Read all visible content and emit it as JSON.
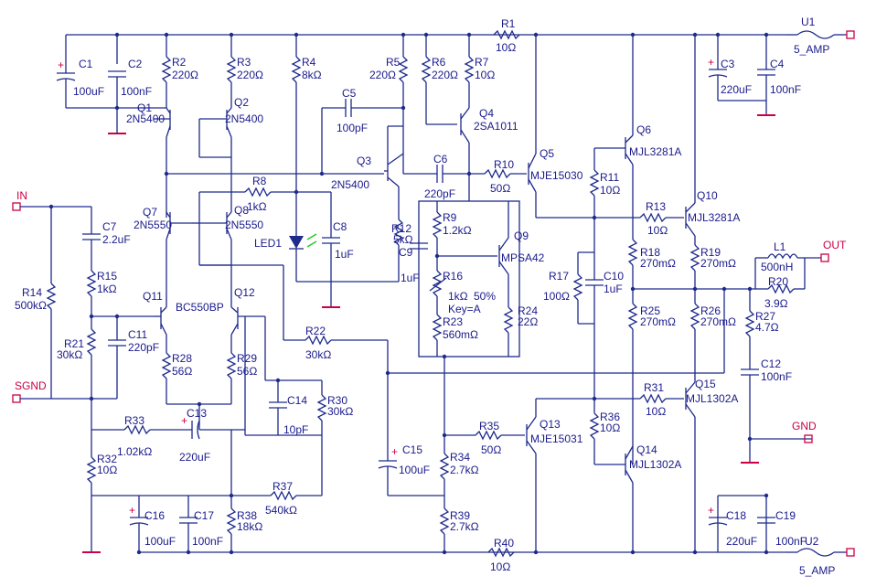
{
  "ports": {
    "in": "IN",
    "sgnd": "SGND",
    "out": "OUT",
    "gnd": "GND"
  },
  "fuses": {
    "u1": {
      "ref": "U1",
      "rating": "5_AMP"
    },
    "u2": {
      "ref": "U2",
      "rating": "5_AMP"
    }
  },
  "capacitors": {
    "c1": {
      "ref": "C1",
      "value": "100uF"
    },
    "c2": {
      "ref": "C2",
      "value": "100nF"
    },
    "c3": {
      "ref": "C3",
      "value": "220uF"
    },
    "c4": {
      "ref": "C4",
      "value": "100nF"
    },
    "c5": {
      "ref": "C5",
      "value": "100pF"
    },
    "c6": {
      "ref": "C6",
      "value": "220pF"
    },
    "c7": {
      "ref": "C7",
      "value": "2.2uF"
    },
    "c8": {
      "ref": "C8",
      "value": "1uF"
    },
    "c9": {
      "ref": "C9",
      "value": "1uF"
    },
    "c10": {
      "ref": "C10",
      "value": "1uF"
    },
    "c11": {
      "ref": "C11",
      "value": "220pF"
    },
    "c12": {
      "ref": "C12",
      "value": "100nF"
    },
    "c13": {
      "ref": "C13",
      "value": "220uF"
    },
    "c14": {
      "ref": "C14",
      "value": "10pF"
    },
    "c15": {
      "ref": "C15",
      "value": "100uF"
    },
    "c16": {
      "ref": "C16",
      "value": "100uF"
    },
    "c17": {
      "ref": "C17",
      "value": "100nF"
    },
    "c18": {
      "ref": "C18",
      "value": "220uF"
    },
    "c19": {
      "ref": "C19",
      "value": "100nF"
    }
  },
  "resistors": {
    "r1": {
      "ref": "R1",
      "value": "10Ω"
    },
    "r2": {
      "ref": "R2",
      "value": "220Ω"
    },
    "r3": {
      "ref": "R3",
      "value": "220Ω"
    },
    "r4": {
      "ref": "R4",
      "value": "8kΩ"
    },
    "r5": {
      "ref": "R5",
      "value": "220Ω"
    },
    "r6": {
      "ref": "R6",
      "value": "220Ω"
    },
    "r7": {
      "ref": "R7",
      "value": "10Ω"
    },
    "r8": {
      "ref": "R8",
      "value": "1kΩ"
    },
    "r9": {
      "ref": "R9",
      "value": "1.2kΩ"
    },
    "r10": {
      "ref": "R10",
      "value": "50Ω"
    },
    "r11": {
      "ref": "R11",
      "value": "10Ω"
    },
    "r12": {
      "ref": "R12",
      "value": "5kΩ"
    },
    "r13": {
      "ref": "R13",
      "value": "10Ω"
    },
    "r14": {
      "ref": "R14",
      "value": "500kΩ"
    },
    "r15": {
      "ref": "R15",
      "value": "1kΩ"
    },
    "r16": {
      "ref": "R16",
      "value": "1kΩ",
      "setting": "50%",
      "key": "Key=A"
    },
    "r17": {
      "ref": "R17",
      "value": "100Ω"
    },
    "r18": {
      "ref": "R18",
      "value": "270mΩ"
    },
    "r19": {
      "ref": "R19",
      "value": "270mΩ"
    },
    "r20": {
      "ref": "R20",
      "value": "3.9Ω"
    },
    "r21": {
      "ref": "R21",
      "value": "30kΩ"
    },
    "r22": {
      "ref": "R22",
      "value": "30kΩ"
    },
    "r23": {
      "ref": "R23",
      "value": "560mΩ"
    },
    "r24": {
      "ref": "R24",
      "value": "22Ω"
    },
    "r25": {
      "ref": "R25",
      "value": "270mΩ"
    },
    "r26": {
      "ref": "R26",
      "value": "270mΩ"
    },
    "r27": {
      "ref": "R27",
      "value": "4.7Ω"
    },
    "r28": {
      "ref": "R28",
      "value": "56Ω"
    },
    "r29": {
      "ref": "R29",
      "value": "56Ω"
    },
    "r30": {
      "ref": "R30",
      "value": "30kΩ"
    },
    "r31": {
      "ref": "R31",
      "value": "10Ω"
    },
    "r32": {
      "ref": "R32",
      "value": "10Ω"
    },
    "r33": {
      "ref": "R33",
      "value": "1.02kΩ"
    },
    "r34": {
      "ref": "R34",
      "value": "2.7kΩ"
    },
    "r35": {
      "ref": "R35",
      "value": "50Ω"
    },
    "r36": {
      "ref": "R36",
      "value": "10Ω"
    },
    "r37": {
      "ref": "R37",
      "value": "540kΩ"
    },
    "r38": {
      "ref": "R38",
      "value": "18kΩ"
    },
    "r39": {
      "ref": "R39",
      "value": "2.7kΩ"
    },
    "r40": {
      "ref": "R40",
      "value": "10Ω"
    }
  },
  "transistors": {
    "q1": {
      "ref": "Q1",
      "part": "2N5400"
    },
    "q2": {
      "ref": "Q2",
      "part": "2N5400"
    },
    "q3": {
      "ref": "Q3",
      "part": "2N5400"
    },
    "q4": {
      "ref": "Q4",
      "part": "2SA1011"
    },
    "q5": {
      "ref": "Q5",
      "part": "MJE15030"
    },
    "q6": {
      "ref": "Q6",
      "part": "MJL3281A"
    },
    "q7": {
      "ref": "Q7",
      "part": "2N5550"
    },
    "q8": {
      "ref": "Q8",
      "part": "2N5550"
    },
    "q9": {
      "ref": "Q9",
      "part": "MPSA42"
    },
    "q10": {
      "ref": "Q10",
      "part": "MJL3281A"
    },
    "q11": {
      "ref": "Q11",
      "part": ""
    },
    "q12": {
      "ref": "Q12",
      "part": "BC550BP"
    },
    "q13": {
      "ref": "Q13",
      "part": "MJE15031"
    },
    "q14": {
      "ref": "Q14",
      "part": "MJL1302A"
    },
    "q15": {
      "ref": "Q15",
      "part": "MJL1302A"
    }
  },
  "inductors": {
    "l1": {
      "ref": "L1",
      "value": "500nH"
    }
  },
  "leds": {
    "led1": {
      "ref": "LED1"
    }
  },
  "colors": {
    "wire": "#1e2a8c",
    "text": "#1a1a8c",
    "port": "#cc0044",
    "ground": "#cc0044",
    "led_arrows": "#22cc22",
    "polarity": "#cc0044"
  }
}
